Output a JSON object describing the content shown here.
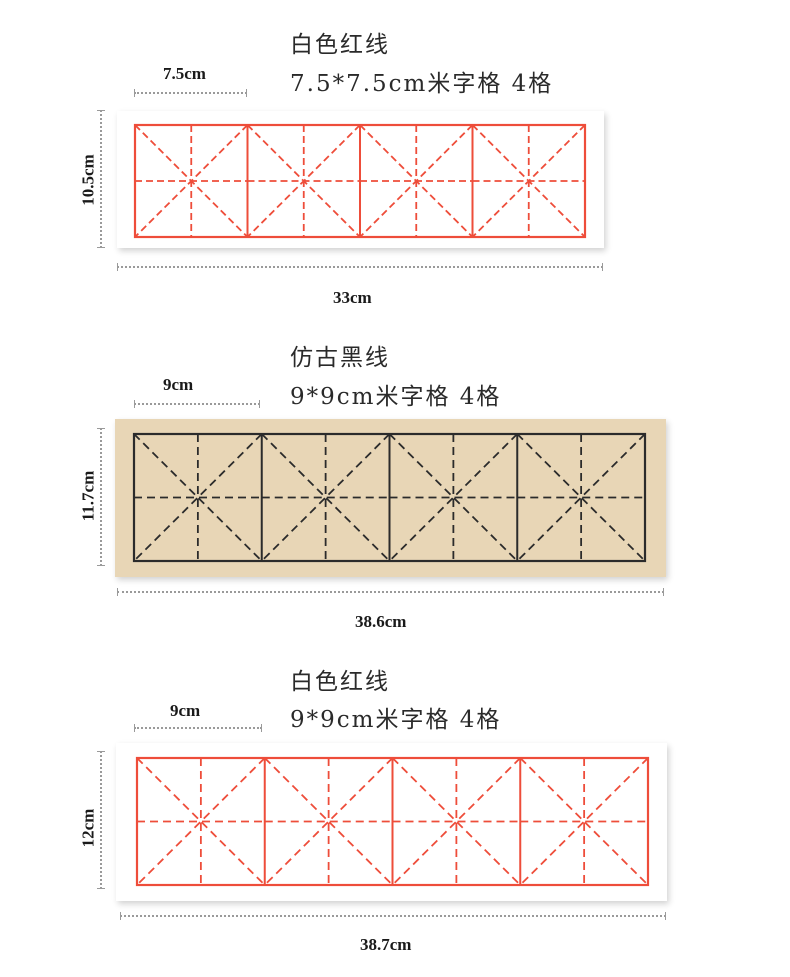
{
  "panels": [
    {
      "title_line1": "白色红线",
      "title_line2": "7.5*7.5cm米字格  4格",
      "cell_width_label": "7.5cm",
      "height_label": "10.5cm",
      "width_label": "33cm",
      "line_color": "#ee4d3a",
      "paper_color": "#ffffff",
      "cells": 4
    },
    {
      "title_line1": "仿古黑线",
      "title_line2": "9*9cm米字格  4格",
      "cell_width_label": "9cm",
      "height_label": "11.7cm",
      "width_label": "38.6cm",
      "line_color": "#2b2b2b",
      "paper_color": "#e8d6b6",
      "cells": 4
    },
    {
      "title_line1": "白色红线",
      "title_line2": "9*9cm米字格  4格",
      "cell_width_label": "9cm",
      "height_label": "12cm",
      "width_label": "38.7cm",
      "line_color": "#ee4d3a",
      "paper_color": "#ffffff",
      "cells": 4
    }
  ]
}
